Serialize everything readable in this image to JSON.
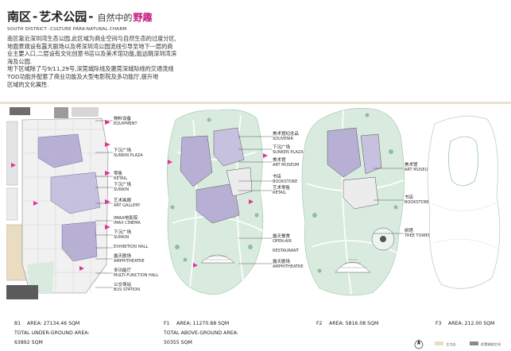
{
  "title": {
    "main": "南区",
    "sep1": "-",
    "sub": "艺术公园",
    "sep2": "-",
    "tag": "自然中的",
    "accent": "野趣",
    "english": "SOUTH DISTRICT -CULTURE PARK-NATURAL CHARM"
  },
  "description": [
    "南区靠近深圳湾生态公园,此区域为商业空间与自然生态的过度分区,",
    "地面景观设有露天剧场以及将深圳湾公园流线引导至地下一层的商",
    "业主要入口,二层设有文化创意书店以及美术馆功能,能远眺深圳湾滨",
    "海及公园.",
    "地下区域除了与9/11,29号,深莞城际线及惠莞深城际线的交通流线",
    "TOD功能外配套了商业功能及大型电影院及多功能厅,提升地",
    "区域的文化属性."
  ],
  "b1_labels": [
    {
      "cn": "物料设备",
      "en": "EQUIPMENT"
    },
    {
      "cn": "下沉广场",
      "en": "SUNKIN PLAZA"
    },
    {
      "cn": "零售",
      "en": "RETAIL"
    },
    {
      "cn": "下沉广场",
      "en": "SUNKIN"
    },
    {
      "cn": "艺术画廊",
      "en": "ART GALLERY"
    },
    {
      "cn": "IMAX电影院",
      "en": "IMAX CINEMA"
    },
    {
      "cn": "下沉广场",
      "en": "SUNKIN"
    },
    {
      "cn": "",
      "en": "EXHIBITION HALL"
    },
    {
      "cn": "露天剧场",
      "en": "AMPHITHEATRE"
    },
    {
      "cn": "多功能厅",
      "en": "MULTI-FUNCTION HALL"
    },
    {
      "cn": "公交场站",
      "en": "BUS STATION"
    }
  ],
  "f1_labels": [
    {
      "cn": "美术馆纪念品",
      "en": "SOUVENIR"
    },
    {
      "cn": "下沉广场",
      "en": "SUNKEN PLAZA"
    },
    {
      "cn": "美术馆",
      "en": "ART MUSEUM"
    },
    {
      "cn": "书店",
      "en": "BOOKSTORE"
    },
    {
      "cn": "艺术零售",
      "en": "RETAIL"
    },
    {
      "cn": "露天餐食",
      "en": "OPEN-AIR"
    },
    {
      "cn": "",
      "en": "RESTAURANT"
    },
    {
      "cn": "露天剧场",
      "en": "AMPHITHEATRE"
    }
  ],
  "f2_labels": [
    {
      "cn": "美术馆",
      "en": "ART MUSEUM"
    },
    {
      "cn": "书店",
      "en": "BOOKSTORE"
    },
    {
      "cn": "树塔",
      "en": "TREE TOWER"
    }
  ],
  "footer": {
    "b1": {
      "level": "B1",
      "area": "AREA: 27134.46 SQM",
      "total_label": "TOTAL UNDER-GROUND AREA:",
      "total_value": "63892 SQM"
    },
    "f1": {
      "level": "F1",
      "area": "AREA: 11270.88 SQM",
      "total_label": "TOTAL ABOVE-GROUND AREA:",
      "total_value": "50355 SQM"
    },
    "f2": {
      "level": "F2",
      "area": "AREA: 5816.08 SQM"
    },
    "f3": {
      "level": "F3",
      "area": "AREA: 212.00 SQM"
    }
  },
  "legend": [
    {
      "label": "主力店",
      "color": "#e9dcc1"
    },
    {
      "label": "前置辅助空间",
      "color": "#8a8a8a"
    }
  ],
  "colors": {
    "accent": "#c2187a",
    "marker": "#e0339b",
    "plaza": "#b7b0d4",
    "green": "#d9ebdf",
    "stripe": "#e8e2cf"
  },
  "icons": [
    "compass-icon",
    "plaza-marker-icon"
  ]
}
